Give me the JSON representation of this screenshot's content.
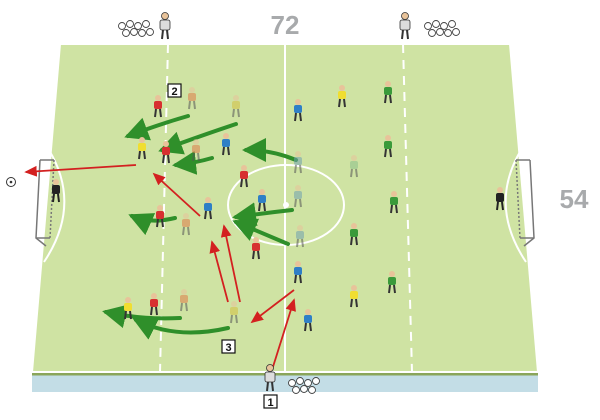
{
  "pitch": {
    "length_label": "72",
    "width_label": "54",
    "colors": {
      "grass": "#cfe3a3",
      "lines": "#ffffff",
      "run_arrow": "#2f8f2a",
      "pass_arrow": "#d32020",
      "touchline_strip": "#c3dde6"
    }
  },
  "steps": {
    "one": "1",
    "two": "2",
    "three": "3"
  },
  "icons": {
    "ball": "ball-icon",
    "coach": "coach-icon",
    "goal": "goal-icon",
    "player": "player-icon"
  }
}
